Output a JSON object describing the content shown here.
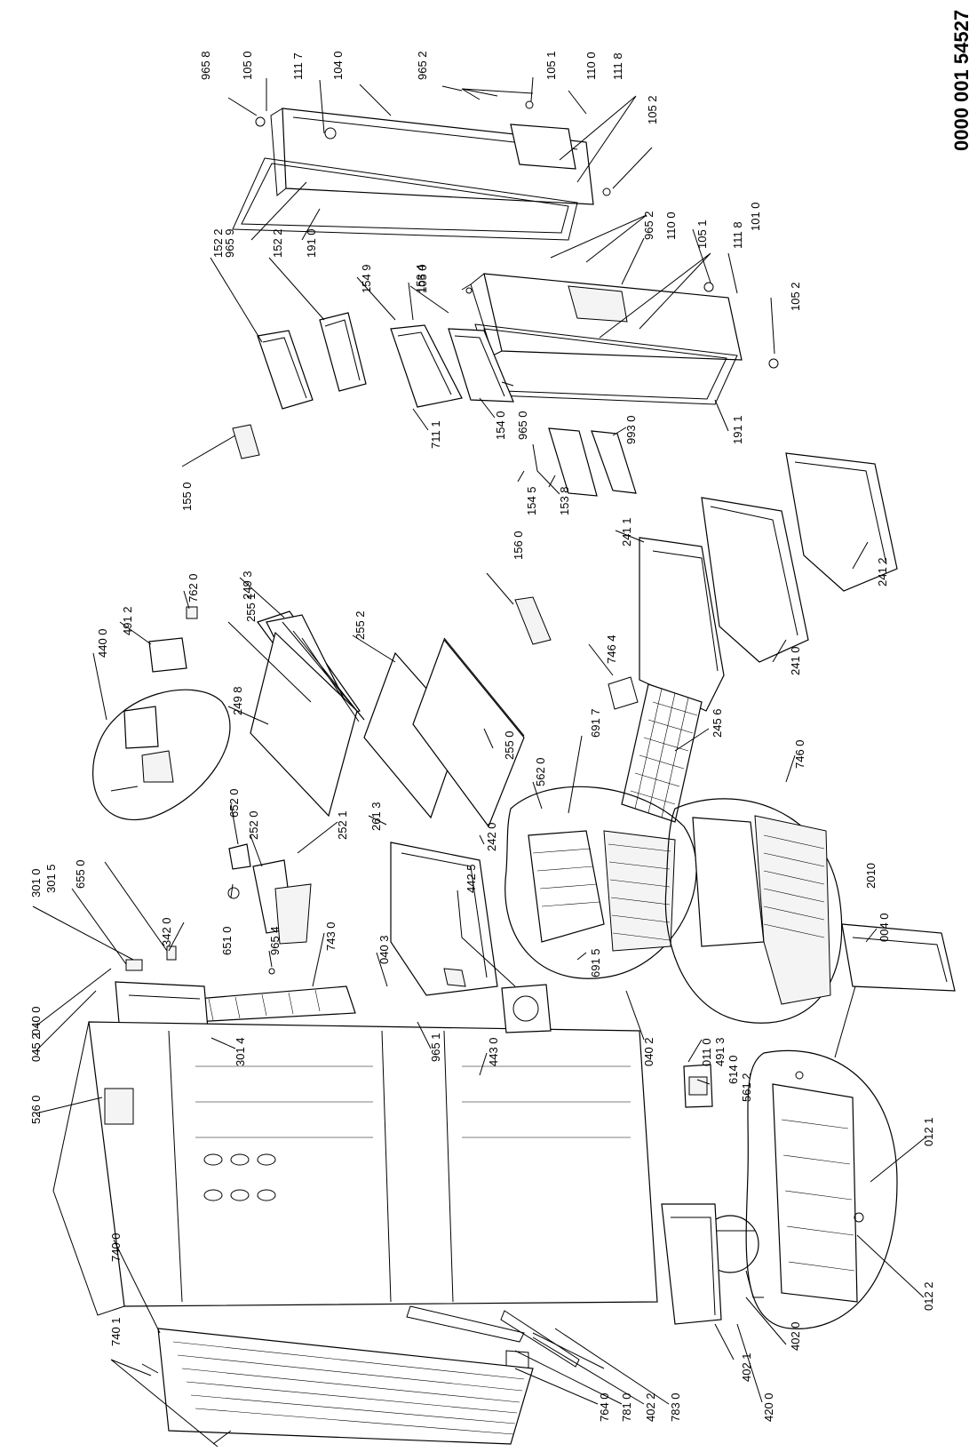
{
  "document_number": "0000 001 54527",
  "part_labels": [
    "965 8",
    "105 0",
    "111 7",
    "104 0",
    "965 2",
    "105 1",
    "110 0",
    "111 8",
    "105 2",
    "965 9",
    "191 0",
    "965 2",
    "110 0",
    "105 1",
    "111 8",
    "101 0",
    "105 2",
    "152 2",
    "152 2",
    "154 9",
    "153 4",
    "105 0",
    "965 0",
    "154 0",
    "711 1",
    "155 0",
    "154 5",
    "153 8",
    "993 0",
    "191 1",
    "156 0",
    "241 1",
    "241 2",
    "241 0",
    "440 0",
    "491 2",
    "762 0",
    "249 3",
    "255 1",
    "249 8",
    "255 2",
    "255 0",
    "746 4",
    "245 6",
    "746 0",
    "691 7",
    "562 0",
    "242 0",
    "261 3",
    "652 0",
    "252 0",
    "252 1",
    "651 0",
    "965 4",
    "743 0",
    "301 0",
    "301 5",
    "655 0",
    "342 0",
    "301 4",
    "040 3",
    "442 5",
    "965 1",
    "443 0",
    "691 5",
    "040 2",
    "2010",
    "011 0",
    "491 3",
    "614 0",
    "561 2",
    "004 0",
    "012 1",
    "012 2",
    "402 0",
    "420 0",
    "402 1",
    "045 2",
    "040 0",
    "526 0",
    "740 0",
    "740 1",
    "764 0",
    "781 0",
    "402 2",
    "783 0"
  ]
}
